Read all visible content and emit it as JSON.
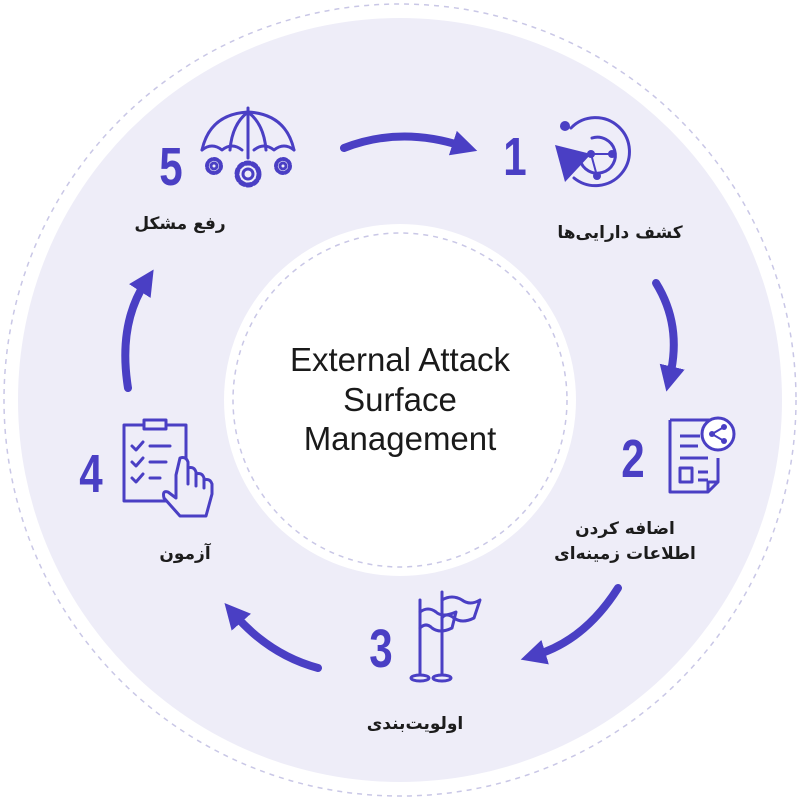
{
  "center": {
    "line1": "External Attack",
    "line2": "Surface",
    "line3": "Management"
  },
  "stages": [
    {
      "number": "1",
      "label": "کشف دارایی‌ها",
      "icon": "radar-icon"
    },
    {
      "number": "2",
      "label_line1": "اضافه کردن",
      "label_line2": "اطلاعات زمینه‌ای",
      "icon": "shared-document-icon"
    },
    {
      "number": "3",
      "label": "اولویت‌بندی",
      "icon": "flags-icon"
    },
    {
      "number": "4",
      "label": "آزمون",
      "icon": "checklist-touch-icon"
    },
    {
      "number": "5",
      "label": "رفع مشکل",
      "icon": "umbrella-gears-icon"
    }
  ],
  "colors": {
    "ring": "#eeedf8",
    "accent": "#4a3fc4",
    "dashed": "#bdbbe0",
    "text": "#1a1a1a"
  }
}
